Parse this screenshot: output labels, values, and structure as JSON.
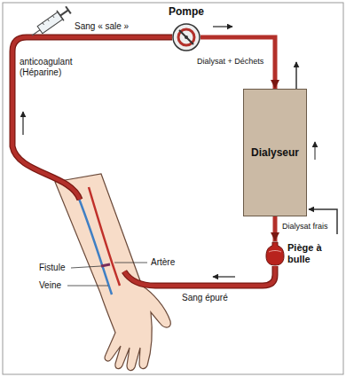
{
  "diagram": {
    "nodes": [
      {
        "text": [
          "Pompe"
        ]
      },
      {
        "text": [
          "Dialyseur"
        ]
      },
      {
        "text": [
          "Piège à bulle"
        ]
      }
    ],
    "edges": [
      {
        "from": 0,
        "to": 1,
        "arrow": "to"
      },
      {
        "from": 1,
        "to": 2,
        "arrow": "to"
      }
    ],
    "labels": [
      "Sang « sale »",
      "anticoagulant (Héparine)",
      "Dialysat + Déchets",
      "Dialysat frais",
      "Fistule",
      "Veine",
      "Artère",
      "Sang épuré"
    ]
  }
}
